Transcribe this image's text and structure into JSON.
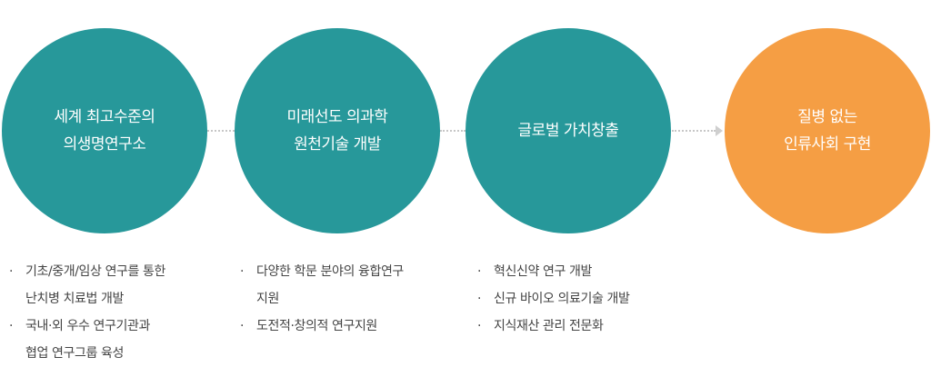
{
  "circles": [
    {
      "line1": "세계 최고수준의",
      "line2": "의생명연구소"
    },
    {
      "line1": "미래선도 의과학",
      "line2": "원천기술 개발"
    },
    {
      "line1": "글로벌 가치창출",
      "line2": ""
    },
    {
      "line1": "질병 없는",
      "line2": "인류사회 구현"
    }
  ],
  "colors": {
    "teal": "#27989a",
    "orange": "#f59e44",
    "connector": "#c7c7c7"
  },
  "bullet_symbol": "·",
  "lists": [
    {
      "items": [
        {
          "line1": "기초/중개/임상 연구를 통한",
          "line2": "난치병 치료법 개발"
        },
        {
          "line1": "국내·외 우수 연구기관과",
          "line2": "협업 연구그룹 육성"
        }
      ]
    },
    {
      "items": [
        {
          "line1": "다양한 학문 분야의 융합연구",
          "line2": "지원"
        },
        {
          "line1": "도전적·창의적 연구지원"
        }
      ]
    },
    {
      "items": [
        {
          "line1": "혁신신약 연구 개발"
        },
        {
          "line1": "신규 바이오 의료기술 개발"
        },
        {
          "line1": "지식재산 관리 전문화"
        }
      ]
    }
  ]
}
